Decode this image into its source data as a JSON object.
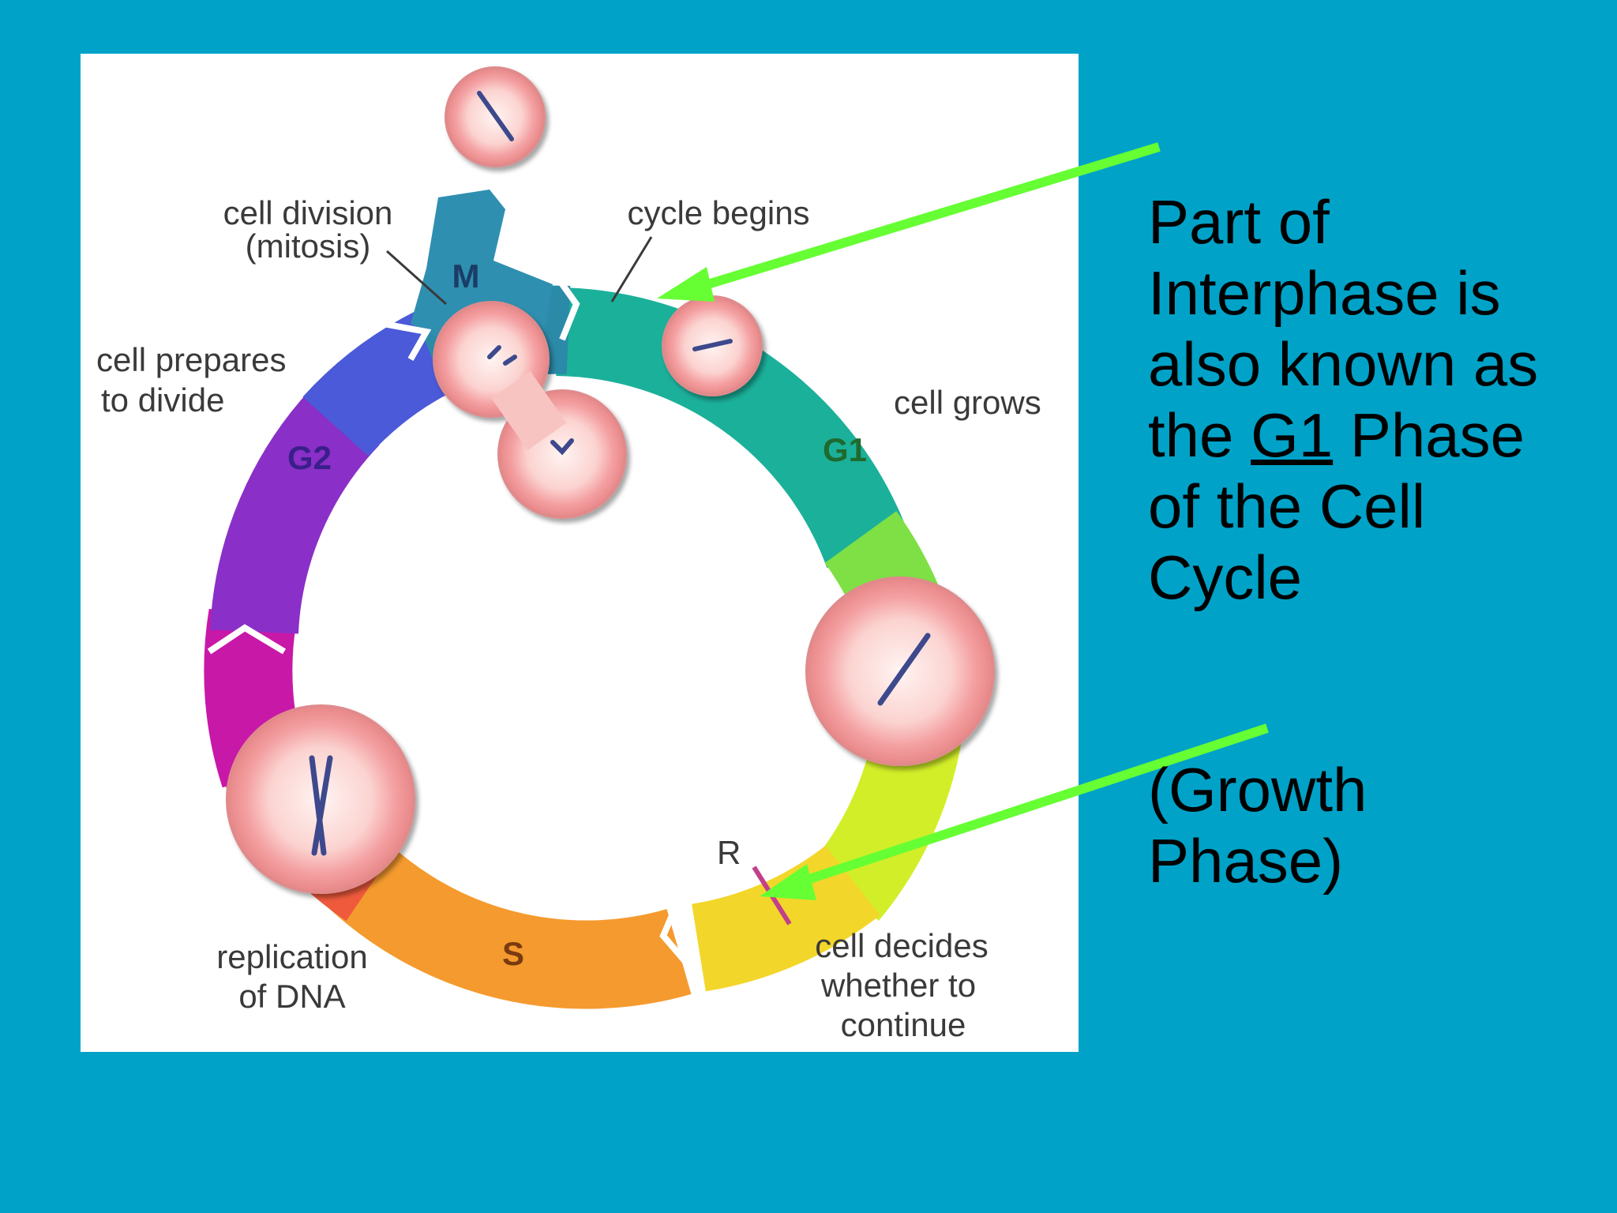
{
  "diagram": {
    "labels": {
      "cell_division_line1": "cell division",
      "cell_division_line2": "(mitosis)",
      "cycle_begins": "cycle begins",
      "prepares_line1": "cell prepares",
      "prepares_line2": "to divide",
      "cell_grows": "cell grows",
      "replication_line1": "replication",
      "replication_line2": "of DNA",
      "decides_line1": "cell decides",
      "decides_line2": "whether to",
      "decides_line3": "continue",
      "restriction_point": "R"
    },
    "phases": {
      "m": "M",
      "g1": "G1",
      "g2": "G2",
      "s": "S"
    },
    "colors": {
      "background": "#00a2c8",
      "arrow": "#66ff33",
      "cell_fill": "#f6a4a8",
      "chromosome": "#3c4a8c"
    }
  },
  "caption": {
    "line1": "Part of",
    "line2": "Interphase is",
    "line3": "also known as",
    "line4_prefix": "the ",
    "line4_term": "G1",
    "line4_suffix": " Phase",
    "line5": "of the Cell",
    "line6": "Cycle",
    "growth_line1": "(Growth",
    "growth_line2": "Phase)"
  }
}
